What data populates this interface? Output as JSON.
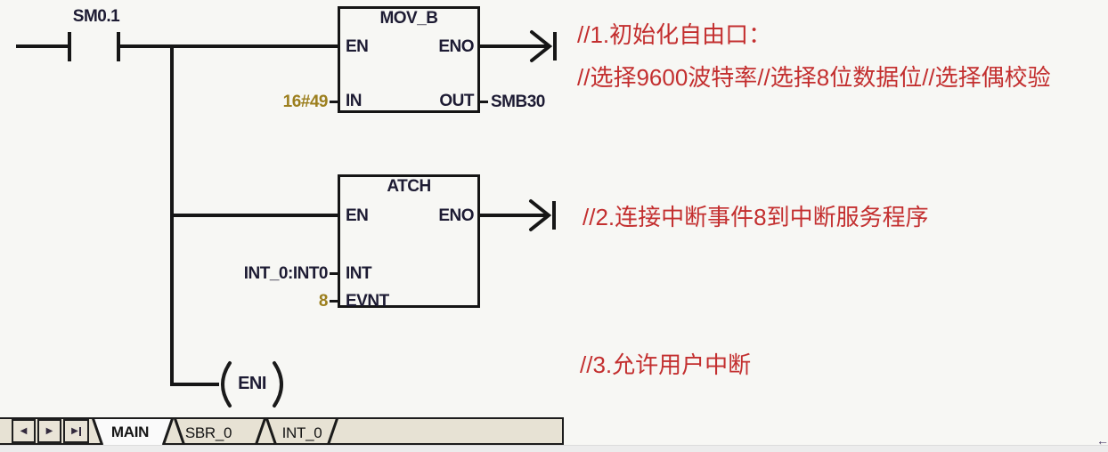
{
  "colors": {
    "wire": "#161616",
    "ladder_text": "#1d1b33",
    "constant_text": "#9c7f1e",
    "comment_text": "#c32f2f",
    "tab_bar_bg": "#e7e2d4",
    "active_tab_bg": "#fafafa"
  },
  "ladder": {
    "rung1": {
      "contact_label": "SM0.1",
      "block": {
        "title": "MOV_B",
        "pin_en": "EN",
        "pin_eno": "ENO",
        "pin_in": "IN",
        "pin_out": "OUT",
        "in_value": "16#49",
        "out_value": "SMB30"
      }
    },
    "rung2": {
      "block": {
        "title": "ATCH",
        "pin_en": "EN",
        "pin_eno": "ENO",
        "pin_int": "INT",
        "pin_evnt": "EVNT",
        "int_value": "INT_0:INT0",
        "evnt_value": "8"
      }
    },
    "rung3": {
      "coil_label": "ENI"
    },
    "comments": {
      "comment1_line1": "//1.初始化自由口：",
      "comment1_line2": "//选择9600波特率//选择8位数据位//选择偶校验",
      "comment2": "//2.连接中断事件8到中断服务程序",
      "comment3": "//3.允许用户中断"
    }
  },
  "tabbar": {
    "nav": {
      "left_glyph": "◀",
      "right_glyph": "▶",
      "last_glyph": "▶"
    },
    "tabs": [
      {
        "label": "MAIN",
        "active": true
      },
      {
        "label": "SBR_0",
        "active": false
      },
      {
        "label": "INT_0",
        "active": false
      }
    ]
  },
  "scrollbar": {
    "left_arrow_glyph": "←"
  }
}
